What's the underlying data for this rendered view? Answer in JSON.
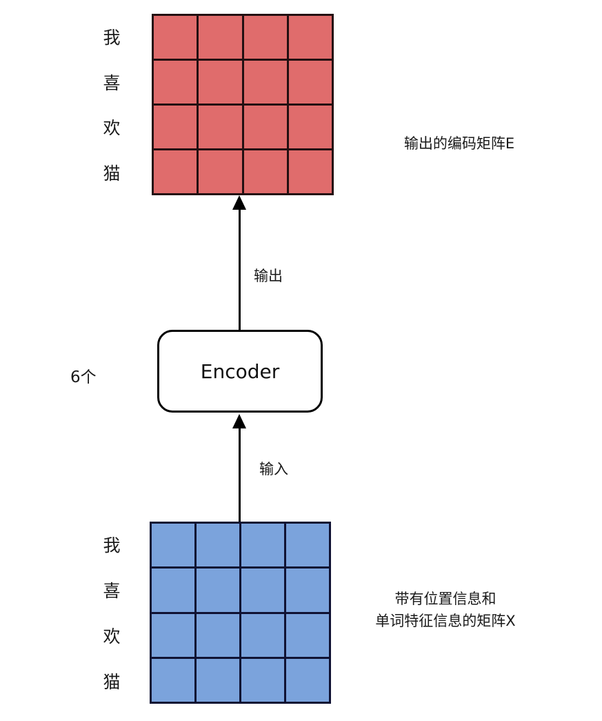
{
  "background_color": "#ffffff",
  "output_matrix": {
    "rows": 4,
    "cols": 4,
    "fill_color": "#e06c6c",
    "grid_line_color": "#241012",
    "row_labels": [
      "我",
      "喜",
      "欢",
      "猫"
    ],
    "caption": "输出的编码矩阵E"
  },
  "encoder": {
    "label": "Encoder",
    "count_label": "6个",
    "border_color": "#000000"
  },
  "arrows": {
    "output_label": "输出",
    "input_label": "输入",
    "color": "#000000"
  },
  "input_matrix": {
    "rows": 4,
    "cols": 4,
    "fill_color": "#7ba3dc",
    "grid_line_color": "#101233",
    "row_labels": [
      "我",
      "喜",
      "欢",
      "猫"
    ],
    "caption_lines": [
      "带有位置信息和",
      "单词特征信息的矩阵X"
    ]
  }
}
